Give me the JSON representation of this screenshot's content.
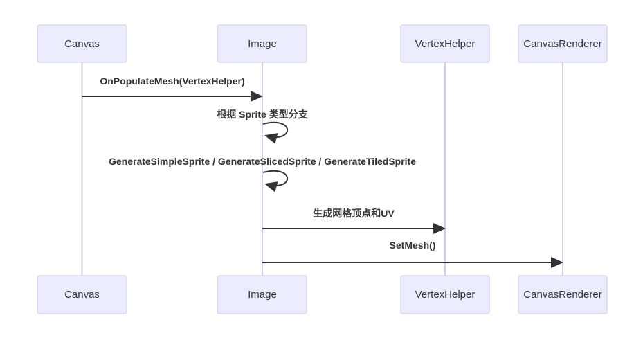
{
  "diagram": {
    "type": "sequence-diagram",
    "actors": [
      {
        "name": "Canvas"
      },
      {
        "name": "Image"
      },
      {
        "name": "VertexHelper"
      },
      {
        "name": "CanvasRenderer"
      }
    ],
    "messages": [
      {
        "from": "Canvas",
        "to": "Image",
        "label": "OnPopulateMesh(VertexHelper)",
        "line": "solid",
        "arrowhead": "filled"
      },
      {
        "from": "Image",
        "to": "Image",
        "label": "根据 Sprite 类型分支",
        "line": "self-loop",
        "arrowhead": "filled"
      },
      {
        "from": "Image",
        "to": "Image",
        "label": "GenerateSimpleSprite / GenerateSlicedSprite / GenerateTiledSprite",
        "line": "self-loop",
        "arrowhead": "filled"
      },
      {
        "from": "Image",
        "to": "VertexHelper",
        "label": "生成网格顶点和UV",
        "line": "solid",
        "arrowhead": "filled"
      },
      {
        "from": "Image",
        "to": "CanvasRenderer",
        "label": "SetMesh()",
        "line": "solid",
        "arrowhead": "filled"
      }
    ],
    "colors": {
      "background": "#ffffff",
      "actor_fill": "#ececff",
      "actor_border": "#ccc9e6",
      "lifeline": "#d5cbe8",
      "arrow": "#333333",
      "text": "#333333"
    }
  }
}
